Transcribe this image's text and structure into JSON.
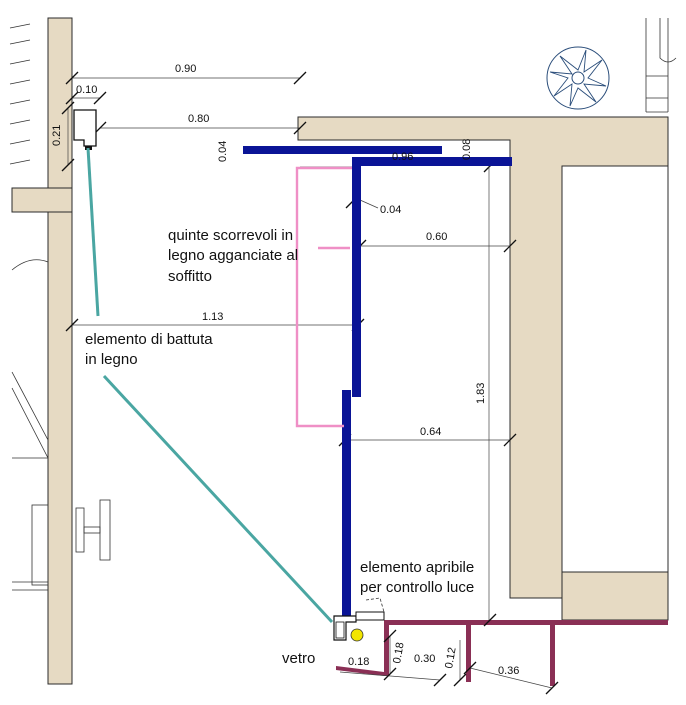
{
  "dimensions": {
    "d090": "0.90",
    "d010": "0.10",
    "d021": "0.21",
    "d080": "0.80",
    "d004a": "0.04",
    "d096": "0.96",
    "d008": "0.08",
    "d004b": "0.04",
    "d060": "0.60",
    "d113": "1.13",
    "d183": "1.83",
    "d064": "0.64",
    "d018a": "0.18",
    "d018b": "0.18",
    "d030": "0.30",
    "d012": "0.12",
    "d036": "0.36"
  },
  "annotations": {
    "quinte": [
      "quinte scorrevoli in",
      "legno agganciate al",
      "soffitto"
    ],
    "battuta": [
      "elemento di battuta",
      "in legno"
    ],
    "apribile": [
      "elemento apribile",
      "per controllo luce"
    ],
    "vetro": "vetro"
  },
  "colors": {
    "panel": "#0a1496",
    "ceiling_track": "#ef8fc6",
    "leader": "#4aa6a2",
    "window_frame": "#8a2f55",
    "wall_fill": "#e6dac3",
    "light_sensor": "#f2e600"
  }
}
